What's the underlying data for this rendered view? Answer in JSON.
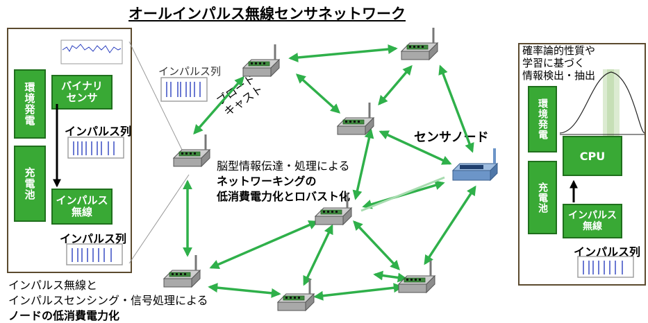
{
  "title": "オールインパルス無線センサネットワーク",
  "left_panel": {
    "env_power": "環境発電",
    "battery": "充電池",
    "binary_sensor": "バイナリ\nセンサ",
    "impulse_radio": "インパルス\n無線",
    "impulse_train_1": "インパルス列",
    "impulse_train_2": "インパルス列"
  },
  "center": {
    "impulse_train": "インパルス列",
    "broadcast": "ブロード\nキャスト",
    "brain_line1": "脳型情報伝達・処理による",
    "brain_line2": "ネットワーキングの",
    "brain_line3": "低消費電力化とロバスト化",
    "sensor_node": "センサノード"
  },
  "bottom_left": {
    "line1": "インパルス無線と",
    "line2": "インパルスセンシング・信号処理による",
    "line3": "ノードの低消費電力化"
  },
  "right_panel": {
    "caption": "確率論的性質や\n学習に基づく\n情報検出・抽出",
    "env_power": "環境発電",
    "battery": "充電池",
    "cpu": "CPU",
    "impulse_radio": "インパルス\n無線",
    "impulse_train": "インパルス列"
  },
  "colors": {
    "arrow_green": "#2fb04a",
    "box_green": "#39a935",
    "panel_border": "#5b4a2e",
    "sink_blue": "#6c95c8"
  }
}
